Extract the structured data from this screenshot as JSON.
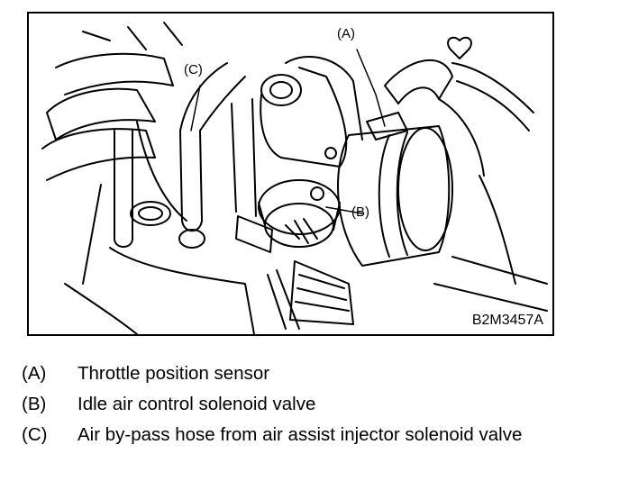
{
  "figure": {
    "id_label": "B2M3457A",
    "callouts": {
      "a": "(A)",
      "b": "(B)",
      "c": "(C)"
    }
  },
  "legend": [
    {
      "key": "(A)",
      "text": "Throttle position sensor"
    },
    {
      "key": "(B)",
      "text": "Idle air control solenoid valve"
    },
    {
      "key": "(C)",
      "text": "Air by-pass hose from air assist injector solenoid valve"
    }
  ]
}
